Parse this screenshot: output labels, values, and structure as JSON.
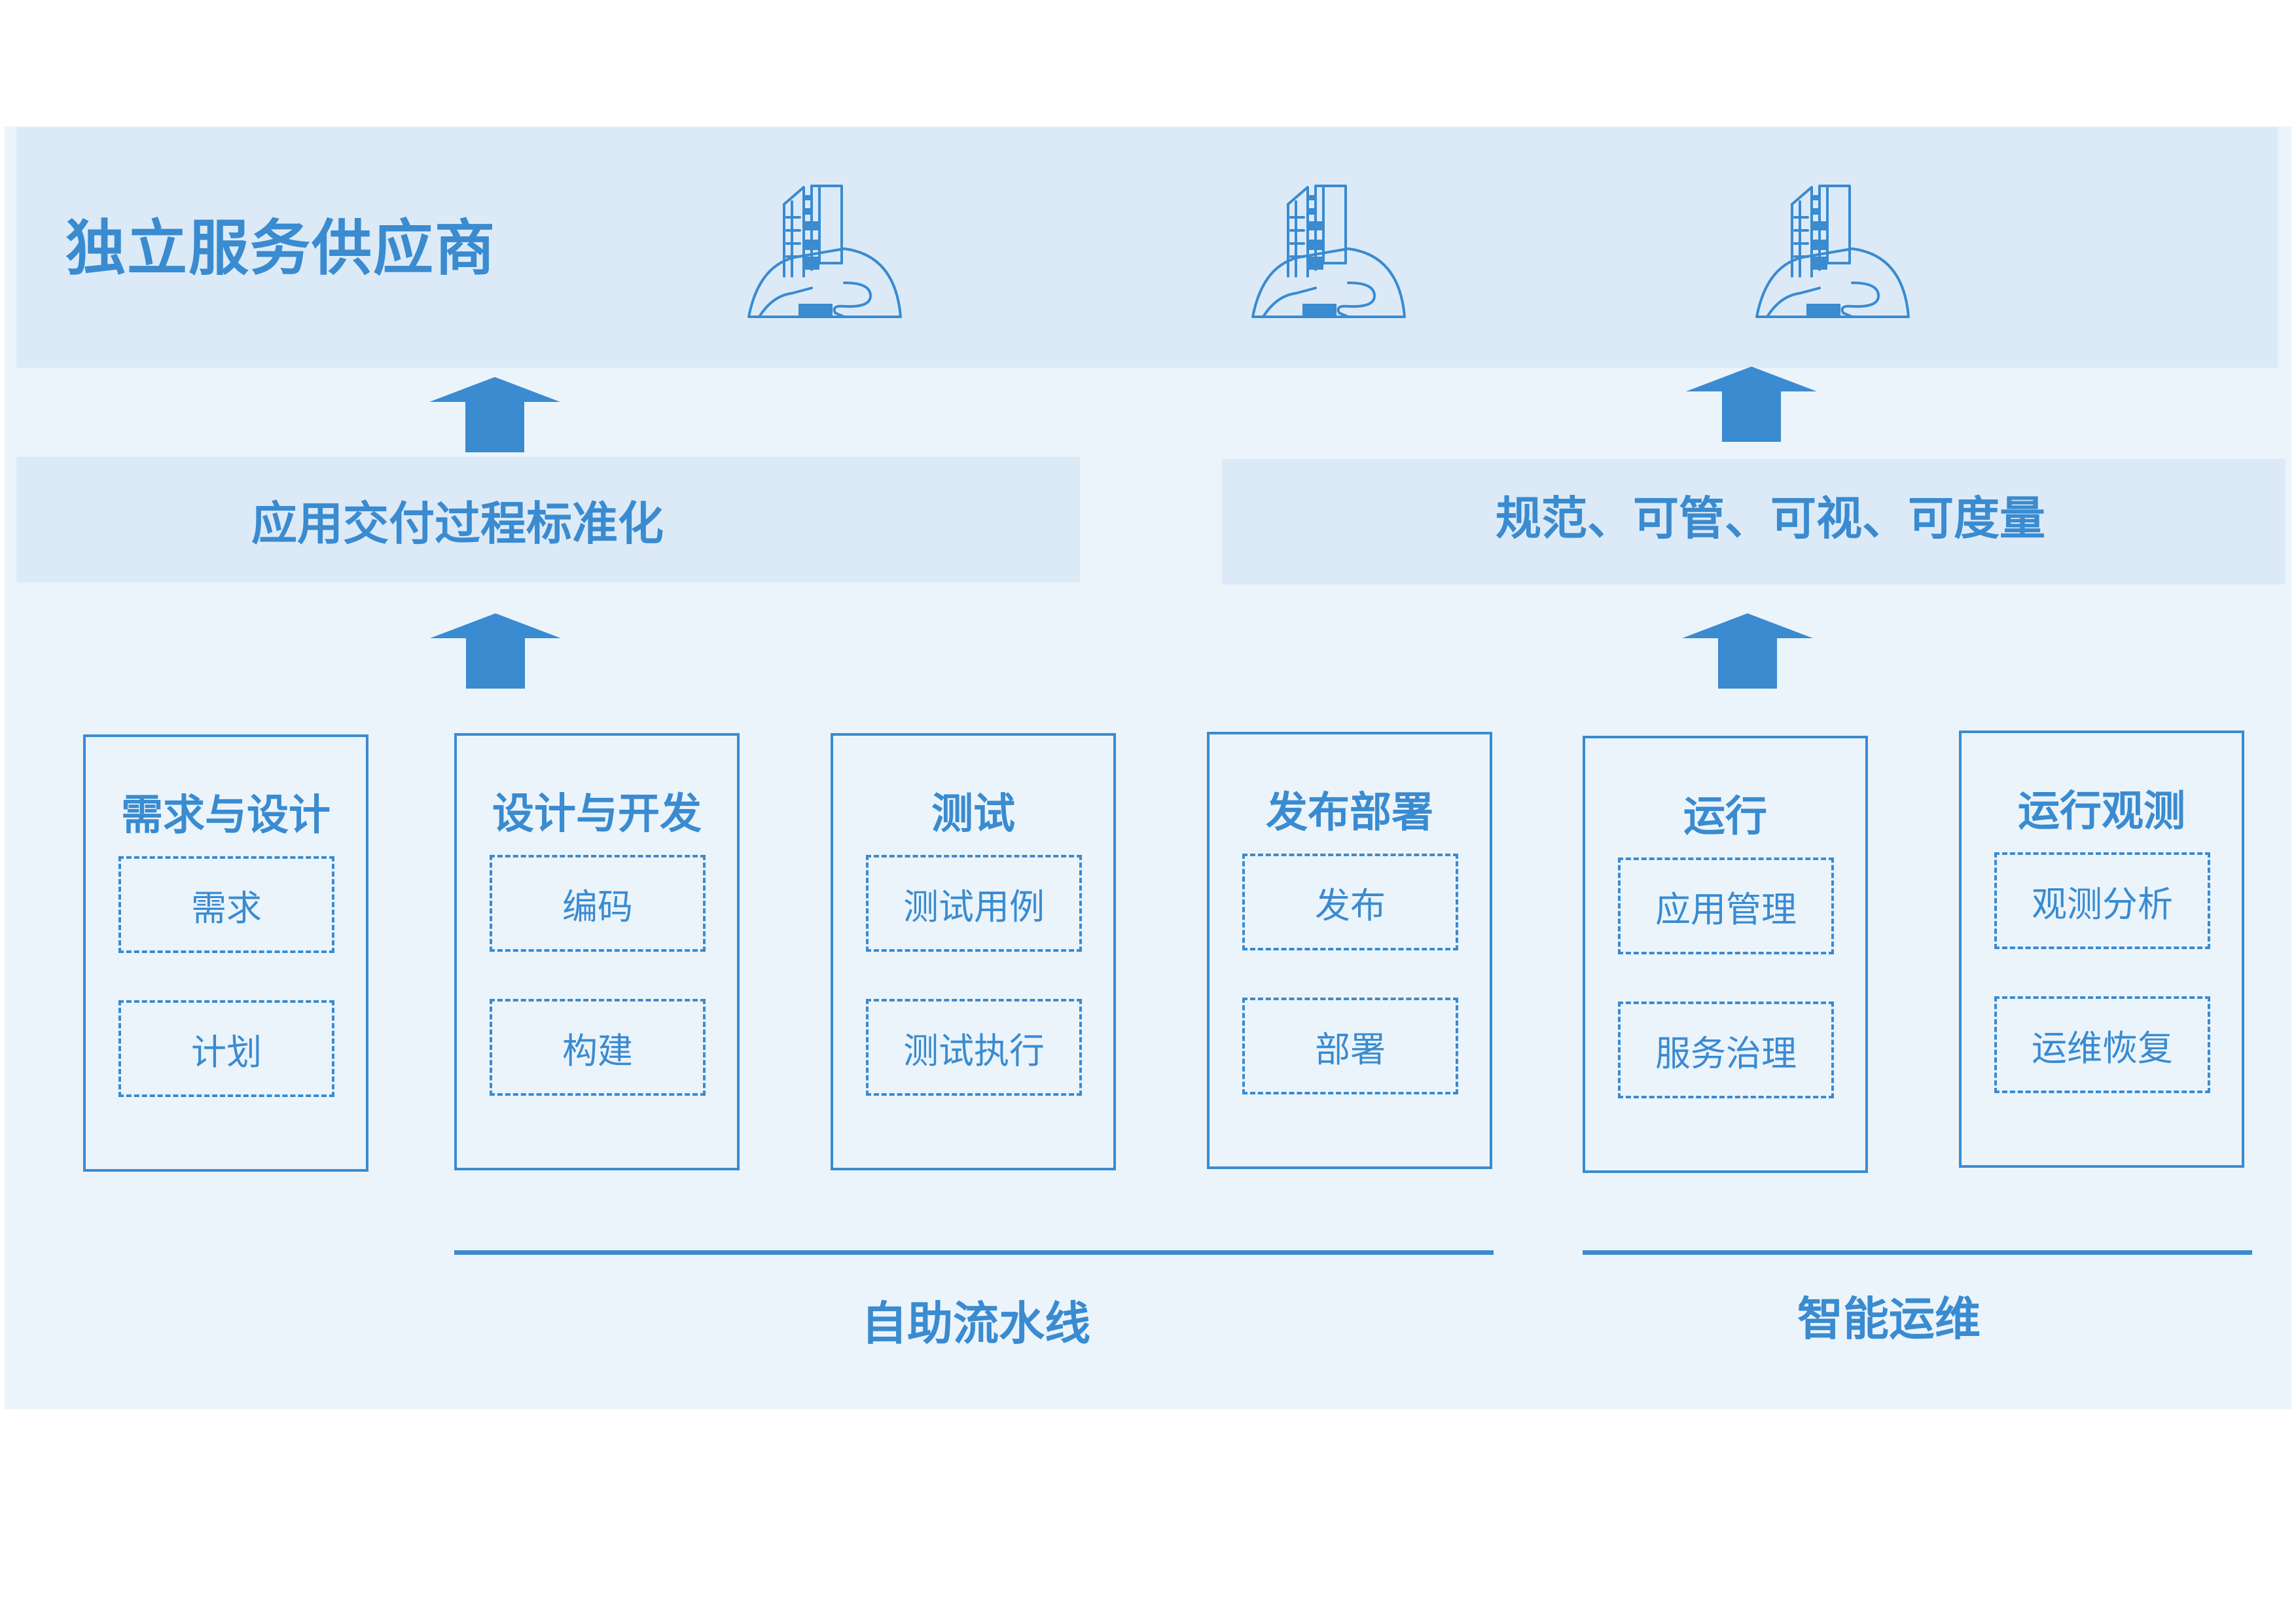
{
  "provider": {
    "title": "独立服务供应商",
    "icons": [
      "building-icon",
      "building-icon",
      "building-icon"
    ]
  },
  "left_band": {
    "label": "应用交付过程标准化"
  },
  "right_band": {
    "label": "规范、可管、可视、可度量"
  },
  "stages": [
    {
      "title": "需求与设计",
      "items": [
        "需求",
        "计划"
      ]
    },
    {
      "title": "设计与开发",
      "items": [
        "编码",
        "构建"
      ]
    },
    {
      "title": "测试",
      "items": [
        "测试用例",
        "测试执行"
      ]
    },
    {
      "title": "发布部署",
      "items": [
        "发布",
        "部署"
      ]
    },
    {
      "title": "运行",
      "items": [
        "应用管理",
        "服务治理"
      ]
    },
    {
      "title": "运行观测",
      "items": [
        "观测分析",
        "运维恢复"
      ]
    }
  ],
  "groups": {
    "pipeline": "自助流水线",
    "ops": "智能运维"
  },
  "colors": {
    "accent": "#3a8bd0",
    "band": "#dceaf7",
    "background": "#ebf4fb"
  }
}
